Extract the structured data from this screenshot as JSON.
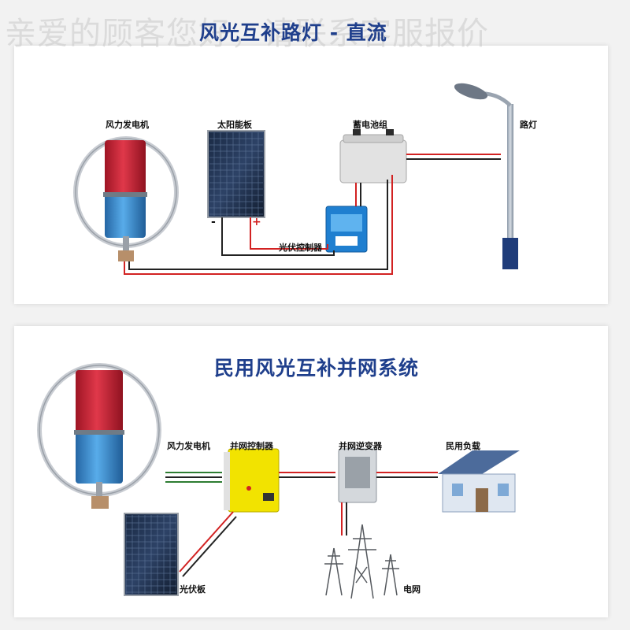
{
  "watermark": "亲爱的顾客您好，请联系客服报价",
  "panel1": {
    "title": "风光互补路灯 - 直流",
    "labels": {
      "wind_turbine": "风力发电机",
      "solar_panel": "太阳能板",
      "battery_bank": "蓄电池组",
      "street_light": "路灯",
      "pv_controller": "光伏控制器",
      "minus": "-",
      "plus": "+"
    }
  },
  "panel2": {
    "title": "民用风光互补并网系统",
    "labels": {
      "wind_turbine": "风力发电机",
      "grid_controller": "并网控制器",
      "grid_inverter": "并网逆变器",
      "household_load": "民用负载",
      "pv_panel": "光伏板",
      "power_grid": "电网"
    }
  },
  "colors": {
    "title_blue": "#1f3f8c",
    "wire_red": "#d22222",
    "wire_black": "#222222",
    "wire_green": "#2e7d32",
    "turbine_red": "#d42a3a",
    "turbine_blue": "#3f93d3",
    "controller_yellow": "#f2e300"
  }
}
